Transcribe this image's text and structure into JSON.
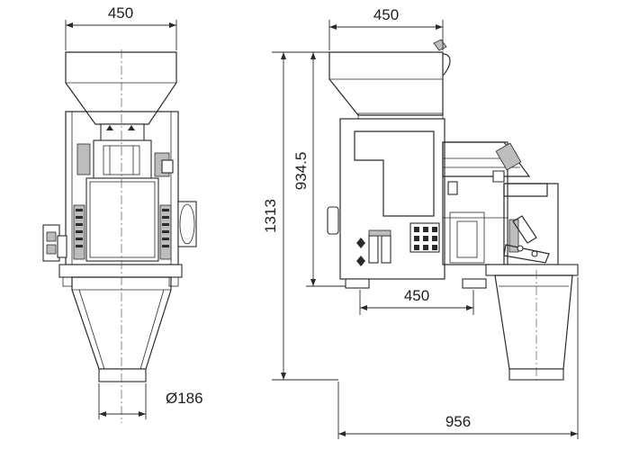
{
  "colors": {
    "line": "#2b2b2b",
    "background": "#ffffff"
  },
  "dimensions": {
    "front_width": "450",
    "front_outlet_diameter": "Ø186",
    "side_hopper_width": "450",
    "side_total_height": "1313",
    "side_body_height": "934.5",
    "side_base_width": "450",
    "side_total_length": "956"
  }
}
